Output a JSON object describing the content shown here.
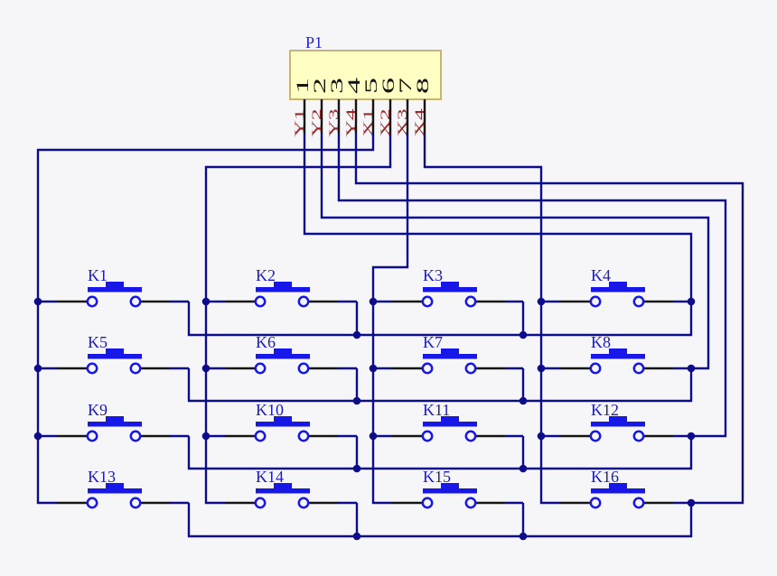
{
  "colors": {
    "background": "#F6F6F8",
    "wire": "#0D0D8C",
    "component_blue": "#1717E8",
    "key_label_blue": "#1A1AC8",
    "refdes_blue": "#2424CC",
    "pin_number_black": "#141414",
    "net_label_red": "#96282A",
    "connector_fill": "#FFFFC3",
    "connector_border": "#C8B476"
  },
  "connector": {
    "label": "P1",
    "pins": [
      {
        "number": "1",
        "net": "Y1"
      },
      {
        "number": "2",
        "net": "Y2"
      },
      {
        "number": "3",
        "net": "Y3"
      },
      {
        "number": "4",
        "net": "Y4"
      },
      {
        "number": "5",
        "net": "X1"
      },
      {
        "number": "6",
        "net": "X2"
      },
      {
        "number": "7",
        "net": "X3"
      },
      {
        "number": "8",
        "net": "X4"
      }
    ]
  },
  "keypad": {
    "keys": [
      {
        "label": "K1"
      },
      {
        "label": "K2"
      },
      {
        "label": "K3"
      },
      {
        "label": "K4"
      },
      {
        "label": "K5"
      },
      {
        "label": "K6"
      },
      {
        "label": "K7"
      },
      {
        "label": "K8"
      },
      {
        "label": "K9"
      },
      {
        "label": "K10"
      },
      {
        "label": "K11"
      },
      {
        "label": "K12"
      },
      {
        "label": "K13"
      },
      {
        "label": "K14"
      },
      {
        "label": "K15"
      },
      {
        "label": "K16"
      }
    ]
  }
}
